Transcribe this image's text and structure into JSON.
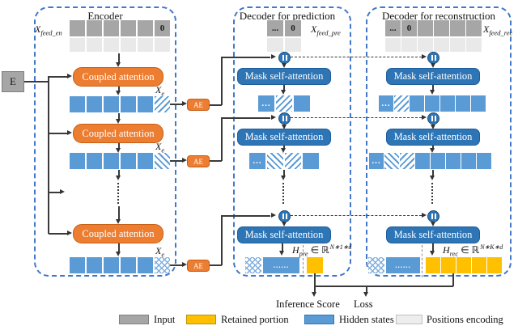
{
  "encoder": {
    "title": "Encoder",
    "input_label": {
      "var": "X",
      "sub": "feed_en"
    },
    "attention": "Coupled attention",
    "ae": "AE",
    "embedding": "E",
    "xe": {
      "var": "X",
      "sub": "e"
    }
  },
  "decoder_prediction": {
    "title": "Decoder for prediction",
    "input_label": {
      "var": "X",
      "sub": "feed_pre"
    },
    "attention": "Mask self-attention",
    "hidden": {
      "var": "H",
      "sub": "pre",
      "rel": "∈ ℝ",
      "sup": "N∗1∗d"
    }
  },
  "decoder_reconstruction": {
    "title": "Decoder for reconstruction",
    "input_label": {
      "var": "X",
      "sub": "feed_rec"
    },
    "attention": "Mask self-attention",
    "hidden": {
      "var": "H",
      "sub": "rec",
      "rel": "∈ ℝ",
      "sup": "N∗K∗d"
    }
  },
  "outputs": {
    "inference_score": "Inference Score",
    "loss": "Loss"
  },
  "symbols": {
    "zero": "0",
    "ellipsis": "...",
    "long_ellipsis": "......"
  },
  "legend": {
    "items": [
      {
        "label": "Input",
        "color": "#A6A6A6"
      },
      {
        "label": "Retained portion",
        "color": "#FFC000"
      },
      {
        "label": "Hidden states",
        "color": "#5B9BD5"
      },
      {
        "label": "Positions encoding",
        "color": "#EDEDED"
      }
    ]
  },
  "colors": {
    "accent_orange": "#ED7D31",
    "hidden_blue": "#5B9BD5",
    "attention_blue": "#2E75B6",
    "retained_yellow": "#FFC000",
    "input_gray": "#A6A6A6",
    "positions_gray": "#EDEDED",
    "panel_border_blue": "#4377C9"
  }
}
